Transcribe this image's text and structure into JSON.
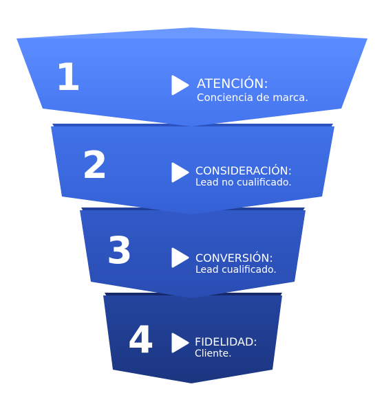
{
  "stages": [
    {
      "number": "1",
      "title": "ATENCIÓN:",
      "subtitle": "Conciencia de marca."
    },
    {
      "number": "2",
      "title": "CONSIDERACIÓN:",
      "subtitle": "Lead no cualificado."
    },
    {
      "number": "3",
      "title": "CONVERSIÓN:",
      "subtitle": "Lead cualificado."
    },
    {
      "number": "4",
      "title": "FIDELIDAD:",
      "subtitle": "Cliente."
    }
  ],
  "colors": {
    "stage1": "#4b7ef5",
    "stage2": "#3a68dd",
    "stage3": "#2e55c0",
    "stage4": "#1f3b8c",
    "text": "#ffffff"
  },
  "icons": [
    "play-icon"
  ]
}
